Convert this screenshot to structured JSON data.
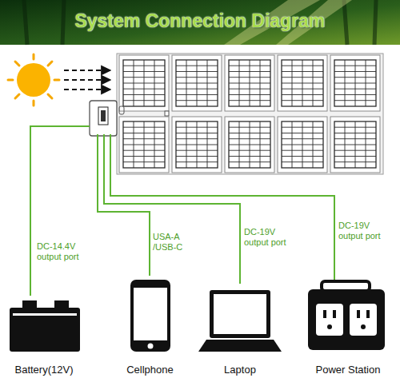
{
  "diagram": {
    "title": "System Connection Diagram",
    "nodes": [
      {
        "text": []
      },
      {
        "text": [
          "Battery(12V)"
        ]
      },
      {
        "text": [
          "Cellphone"
        ]
      },
      {
        "text": [
          "Laptop"
        ]
      },
      {
        "text": [
          "Power Station"
        ]
      }
    ],
    "edges": [
      {
        "from": 0,
        "to": 1,
        "label": "DC-14.4V output port",
        "arrow": "none"
      },
      {
        "from": 0,
        "to": 2,
        "label": "USA-A /USB-C",
        "arrow": "none"
      },
      {
        "from": 0,
        "to": 3,
        "label": "DC-19V output port",
        "arrow": "none"
      },
      {
        "from": 0,
        "to": 4,
        "label": "DC-19V output port",
        "arrow": "none"
      }
    ]
  }
}
